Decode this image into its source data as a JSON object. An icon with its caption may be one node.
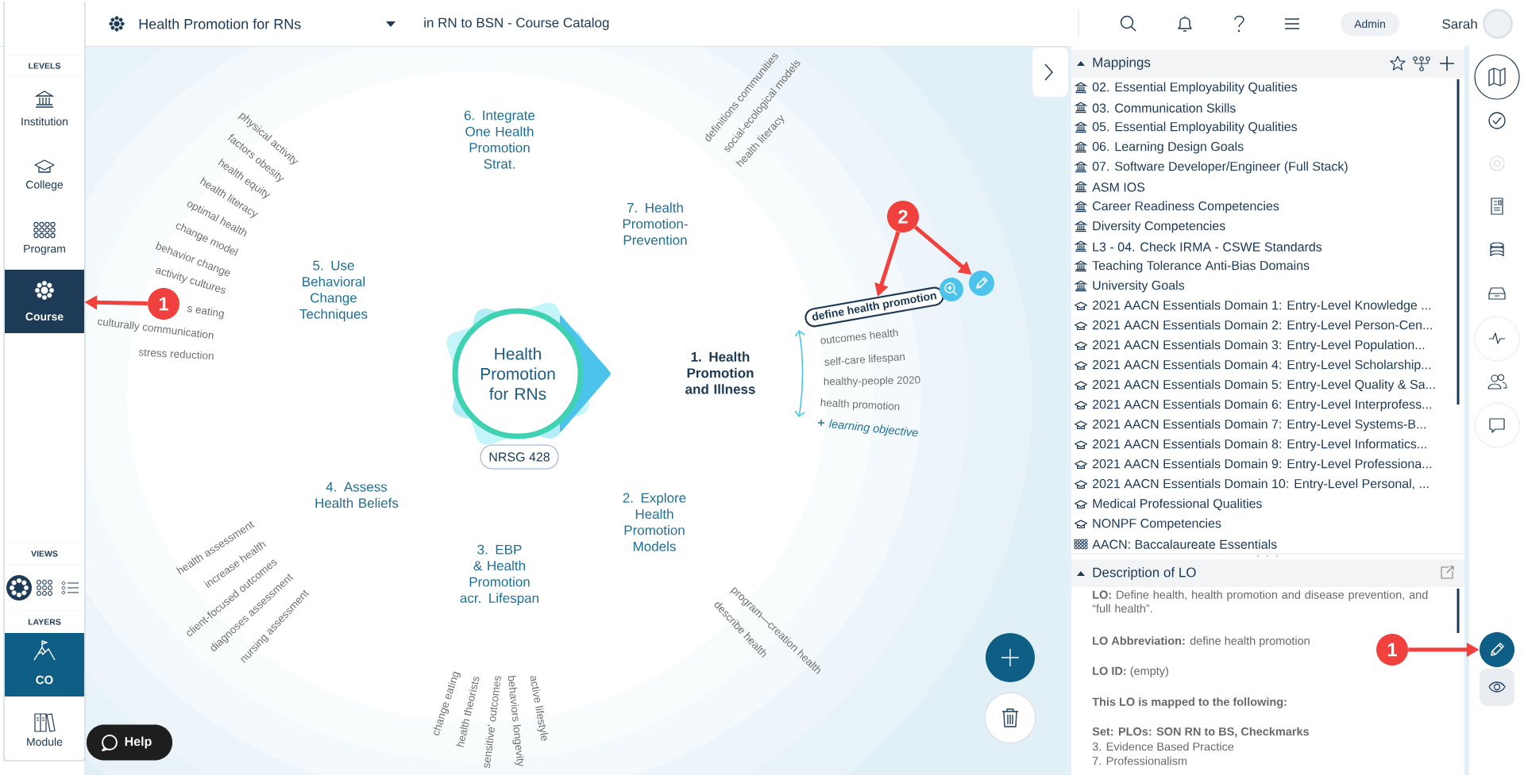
{
  "diagram": {
    "nodes": [
      {
        "text": [
          "Course"
        ]
      },
      {
        "text": [
          "CO"
        ]
      },
      {
        "text": [
          "Admin"
        ]
      },
      {
        "text": [
          "Health Promotion for RNs"
        ]
      },
      {
        "text": [
          "NRSG 428"
        ]
      },
      {
        "text": [
          "define health promotion"
        ]
      },
      {
        "text": [],
        "shape": "circle"
      },
      {
        "text": [
          "1"
        ]
      },
      {
        "text": [
          "2"
        ]
      },
      {
        "text": [
          "1"
        ]
      },
      {
        "text": [],
        "shape": "circle"
      },
      {
        "text": [
          "Help"
        ]
      },
      {
        "text": [],
        "shape": "circle"
      }
    ],
    "edges": [
      {
        "from": 7,
        "to": 0,
        "arrow": "to"
      },
      {
        "from": 8,
        "to": 5,
        "arrow": "to"
      },
      {
        "from": 8,
        "to": 6,
        "arrow": "to"
      },
      {
        "from": 9,
        "to": 10,
        "arrow": "to"
      }
    ],
    "labels": [
      "Health Promotion for RNs",
      "in RN to BSN - Course Catalog",
      "Sarah",
      "LEVELS",
      "Institution",
      "College",
      "Program",
      "VIEWS",
      "LAYERS",
      "Module",
      "definitions communities",
      "social-ecological models",
      "physical activity",
      "factors obesity",
      "health equity",
      "6. Integrate One Health Promotion Strat.",
      "health literacy",
      "health literacy",
      "optimal health",
      "change model",
      "behavior change",
      "7. Health Promotion-Prevention",
      "activity cultures",
      "s eating",
      "culturally communication",
      "5. Use Behavioral Change Techniques",
      "outcomes health",
      "stress reduction",
      "1. Health Promotion and Illness",
      "self-care lifespan",
      "healthy-people 2020",
      "health promotion",
      "learning objective",
      "4. Assess Health Beliefs",
      "health assessment",
      "increase health",
      "3. EBP & Health Promotion acr. Lifespan",
      "2. Explore Health Promotion Models",
      "client-focused outcomes",
      "diagnoses assessment",
      "nursing assessment",
      "change eating",
      "health theorists",
      "sensitive' outcomes",
      "behaviors longevity",
      "active lifestyle",
      "describe health",
      "program—creation health",
      "Mappings",
      "02. Essential Employability Qualities",
      "03. Communication Skills",
      "05. Essential Employability Qualities",
      "06. Learning Design Goals",
      "07. Software Developer/Engineer (Full Stack)",
      "ASM IOS",
      "Career Readiness Competencies",
      "Diversity Competencies",
      "L3 - 04. Check IRMA - CSWE Standards",
      "Teaching Tolerance Anti-Bias Domains",
      "University Goals",
      "2021 AACN Essentials Domain 1: Entry-Level Knowledge ...",
      "2021 AACN Essentials Domain 2: Entry-Level Person-Cen...",
      "2021 AACN Essentials Domain 3: Entry-Level Population...",
      "2021 AACN Essentials Domain 4: Entry-Level Scholarship...",
      "2021 AACN Essentials Domain 5: Entry-Level Quality & Sa...",
      "2021 AACN Essentials Domain 6: Entry-Level Interprofess...",
      "2021 AACN Essentials Domain 7: Entry-Level Systems-B...",
      "2021 AACN Essentials Domain 8: Entry-Level Informatics...",
      "2021 AACN Essentials Domain 9: Entry-Level Professiona...",
      "2021 AACN Essentials Domain 10: Entry-Level Personal, ...",
      "Medical Professional Qualities",
      "NONPF Competencies",
      "AACN: Baccalaureate Essentials",
      "Description of LO",
      "**LO:** Define health, health promotion and disease prevention, and “full health”.",
      "**LO Abbreviation:** define health promotion",
      "**LO ID:** (empty)",
      "This LO is mapped to the following:",
      "Set: PLOs: SON RN to BS, Checkmarks",
      "3. Evidence Based Practice",
      "7. Professionalism"
    ]
  }
}
